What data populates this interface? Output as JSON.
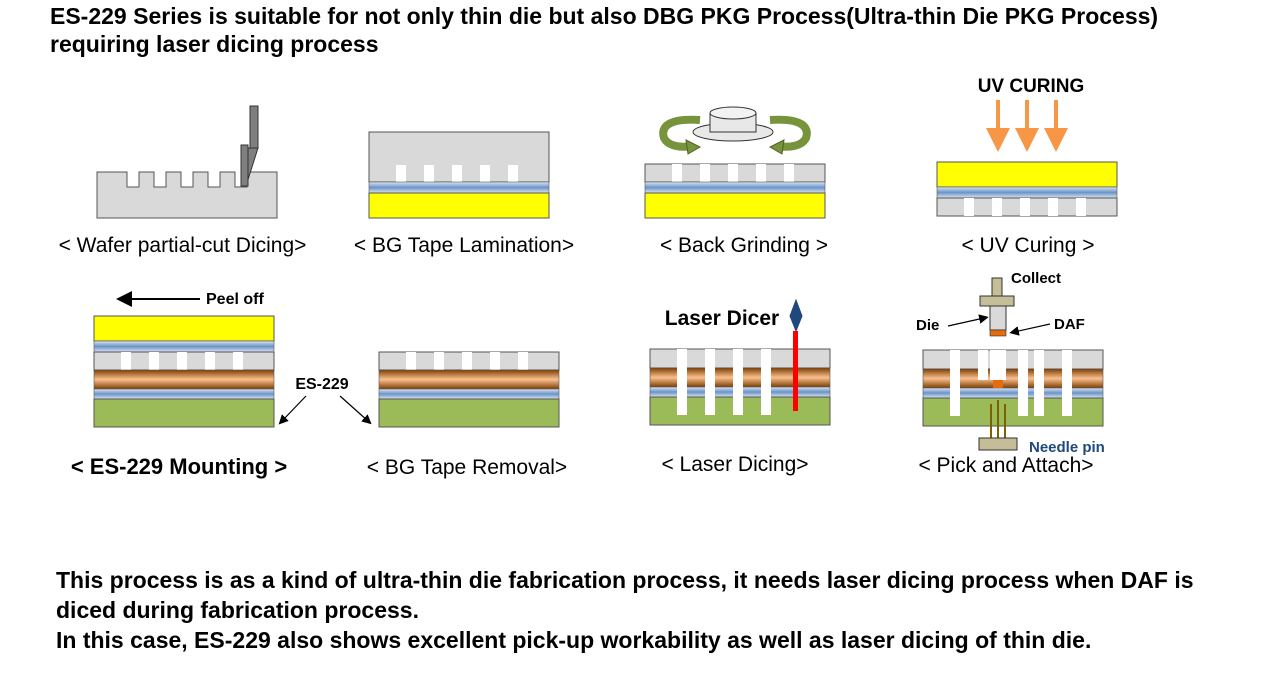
{
  "title": "ES-229 Series is suitable for not only thin die but also DBG PKG Process(Ultra-thin Die PKG Process) requiring laser dicing process",
  "steps": {
    "s1": "< Wafer partial-cut Dicing>",
    "s2": "< BG Tape Lamination>",
    "s3": "< Back Grinding >",
    "s4": "< UV Curing >",
    "s5": "< ES-229 Mounting >",
    "s6": "< BG Tape Removal>",
    "s7": "< Laser Dicing>",
    "s8": "< Pick and Attach>"
  },
  "annotations": {
    "uv_curing": "UV CURING",
    "peel_off": "Peel off",
    "es229": "ES-229",
    "laser_dicer": "Laser Dicer",
    "collect": "Collect",
    "die": "Die",
    "daf": "DAF",
    "needle_pin": "Needle pin"
  },
  "body": {
    "p1": "This process is as a kind of ultra-thin die fabrication process, it needs laser dicing process when DAF is diced during fabrication process.",
    "p2": "In this case, ES-229 also shows excellent pick-up workability as well as laser dicing of thin die."
  },
  "colors": {
    "wafer": "#d9d9d9",
    "bg_tape": "#ffff00",
    "es229_tape": "#9bbb59",
    "daf": "#e46c0a",
    "adhesive": "#95b3d7",
    "uv_arrow": "#f79646",
    "rotate_arrow": "#77933c",
    "laser": "#ff0000",
    "needle_pin_text": "#1f497d"
  }
}
